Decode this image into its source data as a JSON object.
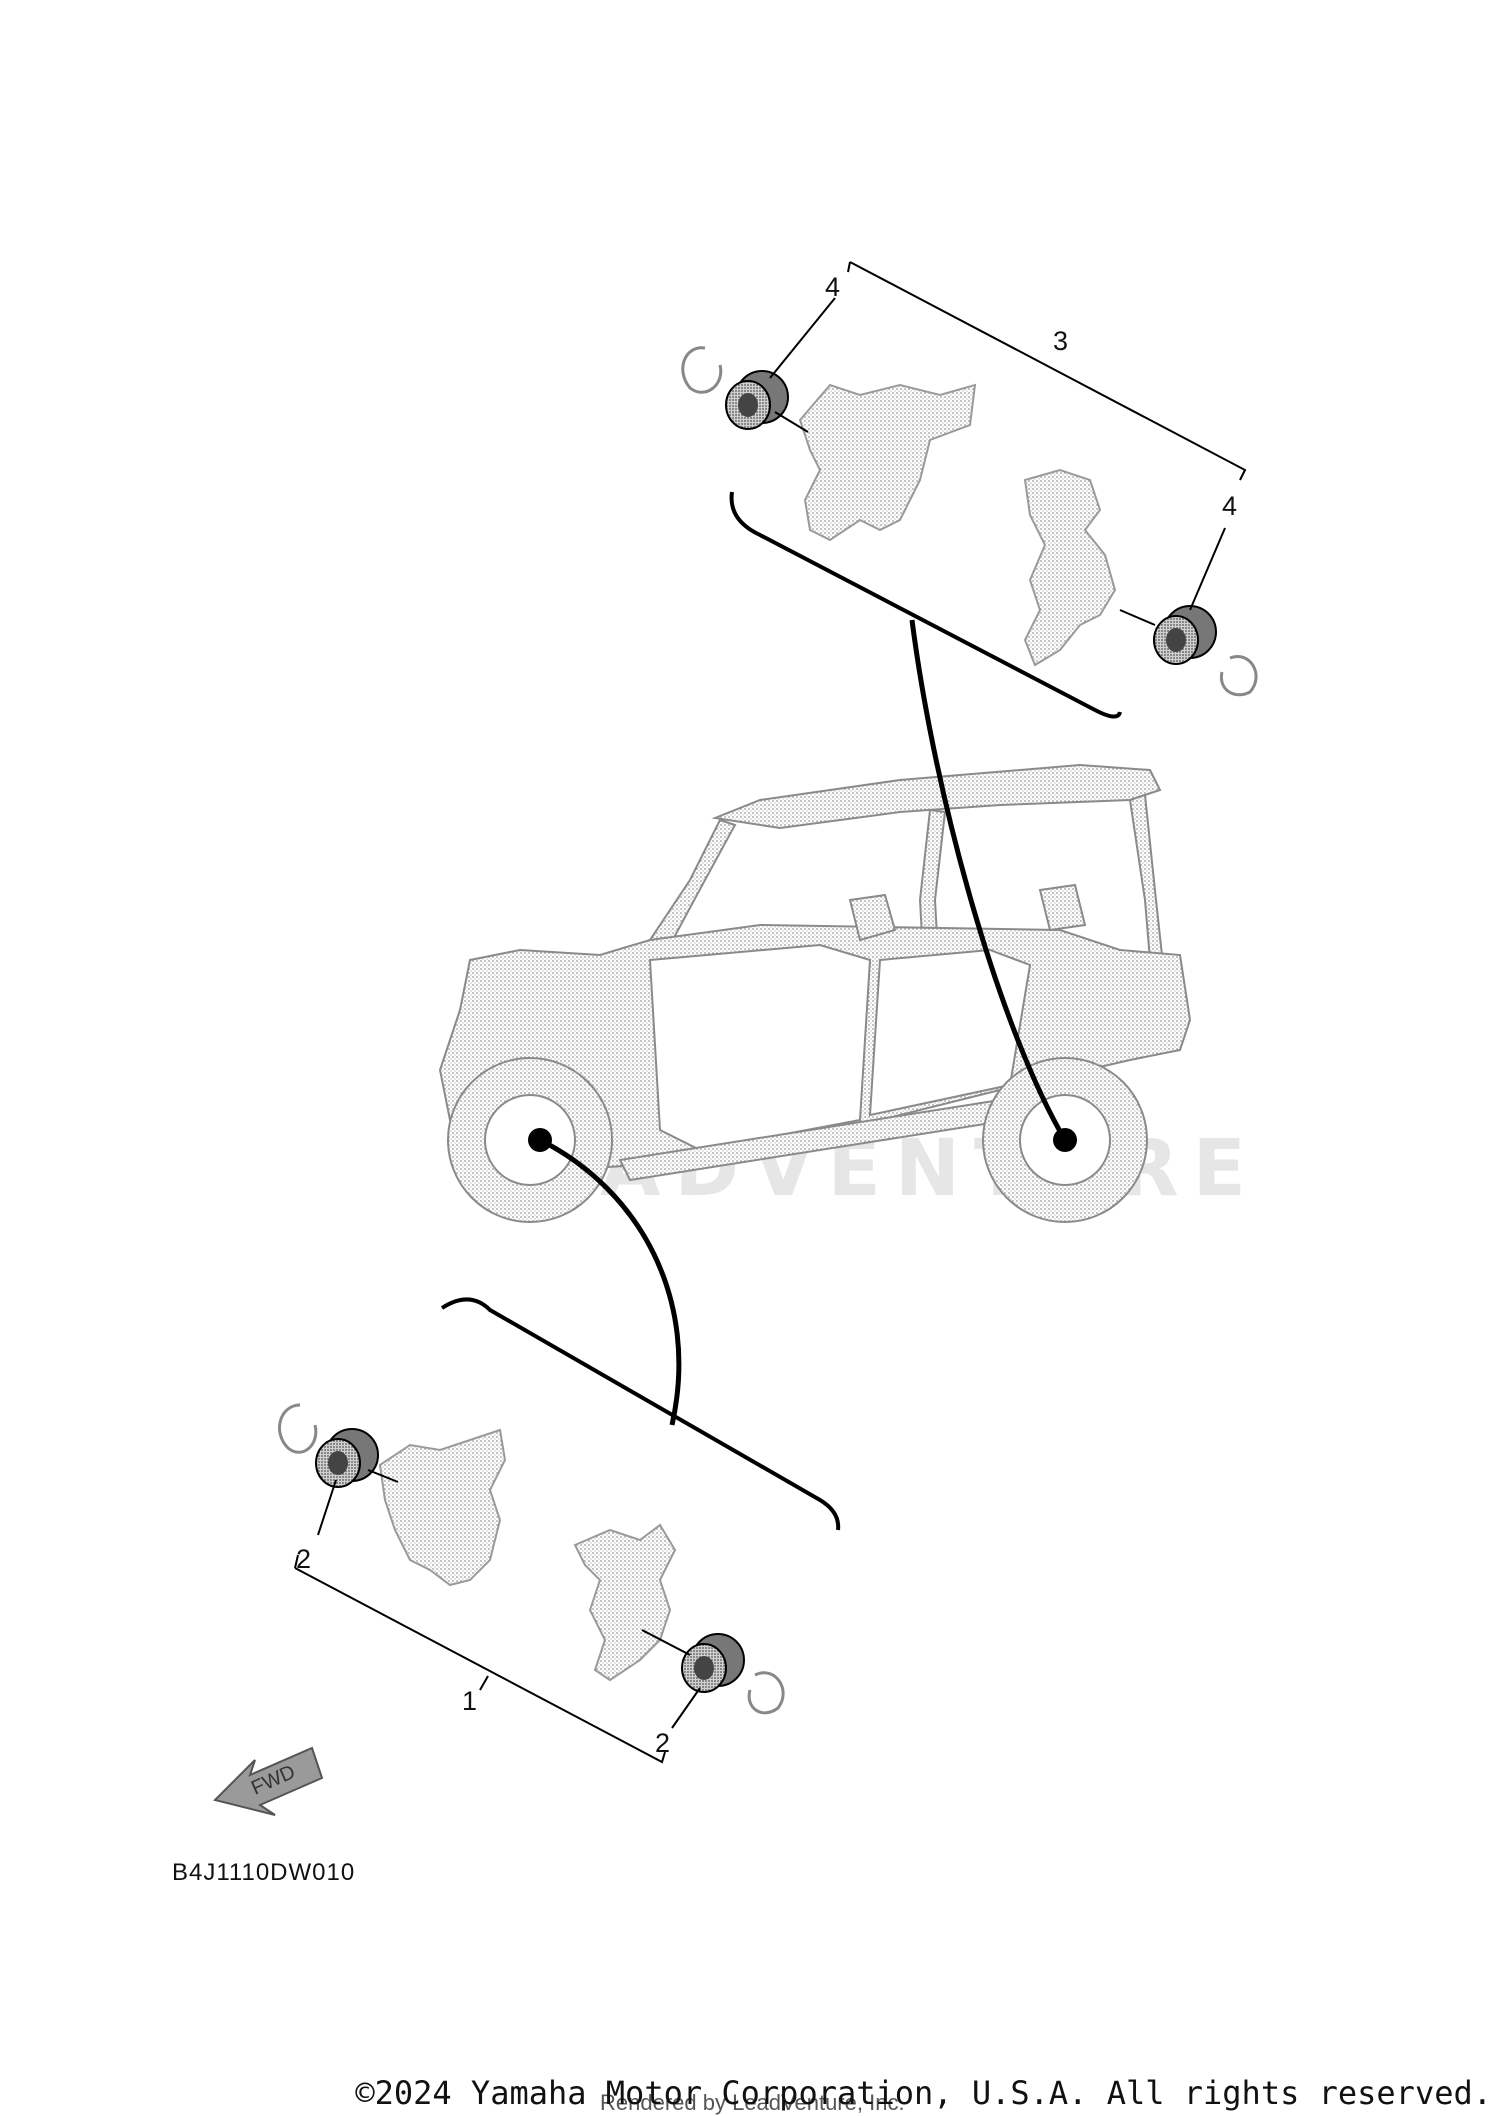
{
  "diagram": {
    "callouts": {
      "c1": "1",
      "c2a": "2",
      "c2b": "2",
      "c3": "3",
      "c4a": "4",
      "c4b": "4"
    },
    "fwd_label": "FWD",
    "drawing_code": "B4J1110DW010",
    "watermark": "ADVENTURE",
    "rendered_by": "Rendered by LeadVenture, Inc."
  },
  "footer": {
    "copyright": "©2024 Yamaha Motor Corporation, U.S.A. All rights reserved."
  },
  "colors": {
    "line": "#111111",
    "part_fill": "#d9d9d9",
    "bearing_dark": "#555555",
    "watermark": "#e6e6e6"
  }
}
